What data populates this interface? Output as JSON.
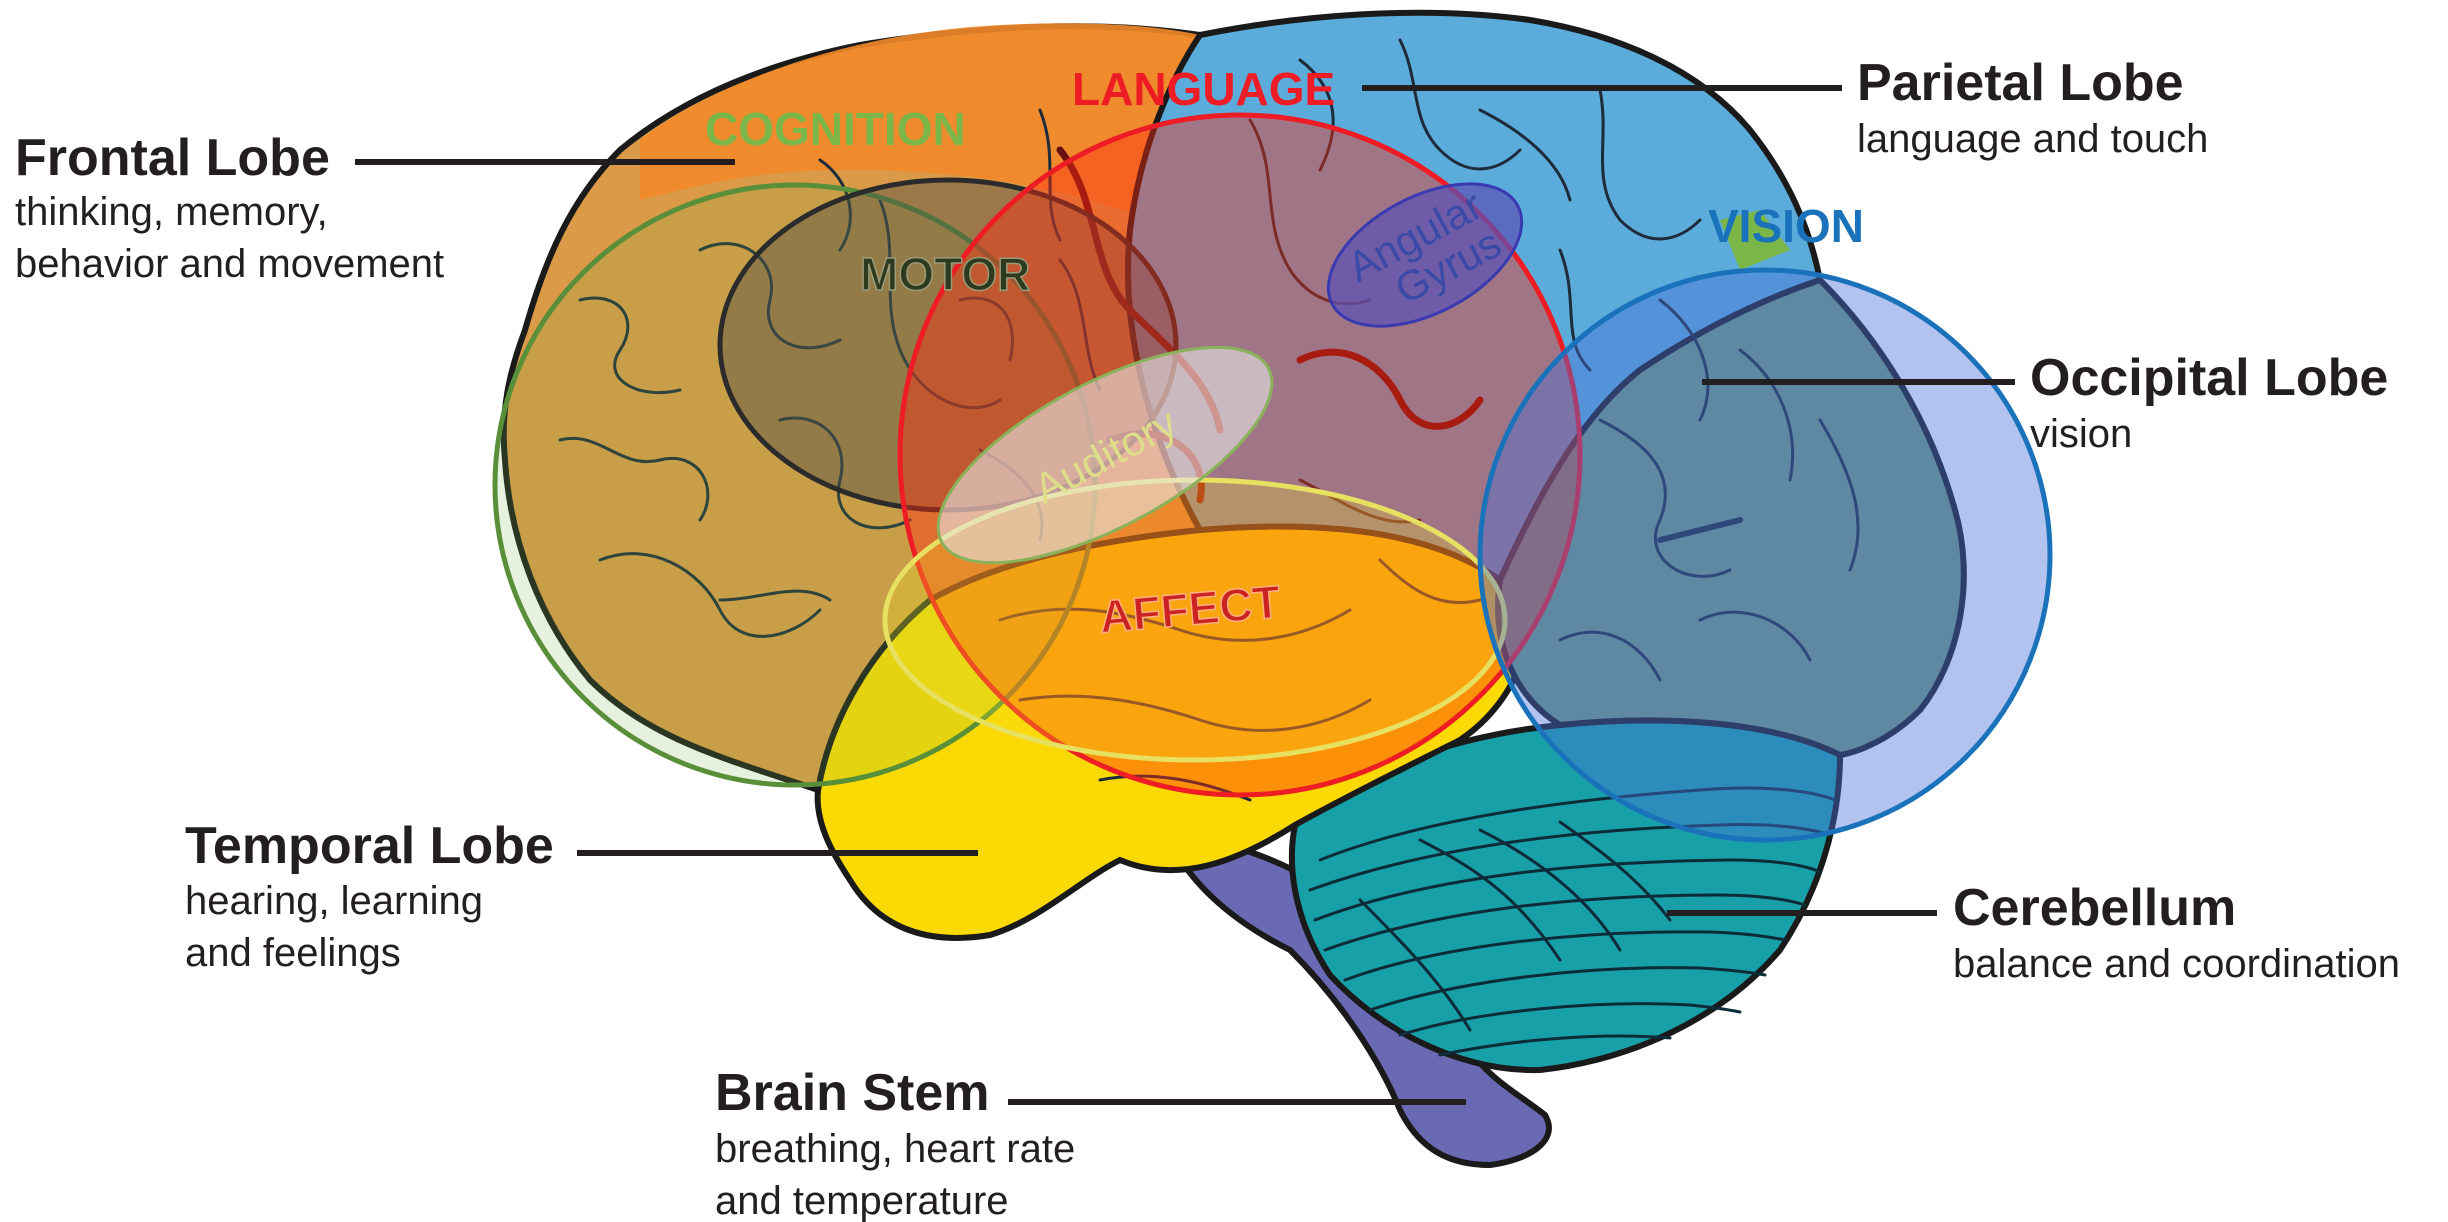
{
  "lobes": [
    {
      "name": "frontal",
      "title": "Frontal Lobe",
      "lines": [
        "thinking, memory,",
        "behavior and movement"
      ],
      "color": "#da9a48"
    },
    {
      "name": "parietal",
      "title": "Parietal Lobe",
      "lines": [
        "language and touch"
      ],
      "color": "#5cacdb"
    },
    {
      "name": "occipital",
      "title": "Occipital Lobe",
      "lines": [
        "vision"
      ],
      "color": "#6f9a7a"
    },
    {
      "name": "temporal",
      "title": "Temporal Lobe",
      "lines": [
        "hearing, learning",
        "and feelings"
      ],
      "color": "#fbd904"
    },
    {
      "name": "cerebellum",
      "title": "Cerebellum",
      "lines": [
        "balance and coordination"
      ],
      "color": "#18a0a8"
    },
    {
      "name": "brain-stem",
      "title": "Brain Stem",
      "lines": [
        "breathing, heart rate",
        "and temperature"
      ],
      "color": "#6a6ab4"
    }
  ],
  "functions": {
    "cognition": {
      "label": "COGNITION",
      "color": "#6aaa3e"
    },
    "language": {
      "label": "LANGUAGE",
      "color": "#ee1c24"
    },
    "vision": {
      "label": "VISION",
      "color": "#1a72bb"
    },
    "motor": {
      "label": "MOTOR",
      "color": "#2e3a1e"
    },
    "auditory": {
      "label": "Auditory",
      "color": "#dede8a"
    },
    "affect": {
      "label": "AFFECT",
      "color": "#cc2222"
    },
    "angular_gyrus": {
      "label_line1": "Angular",
      "label_line2": "Gyrus",
      "color": "#3a4aa6"
    }
  }
}
